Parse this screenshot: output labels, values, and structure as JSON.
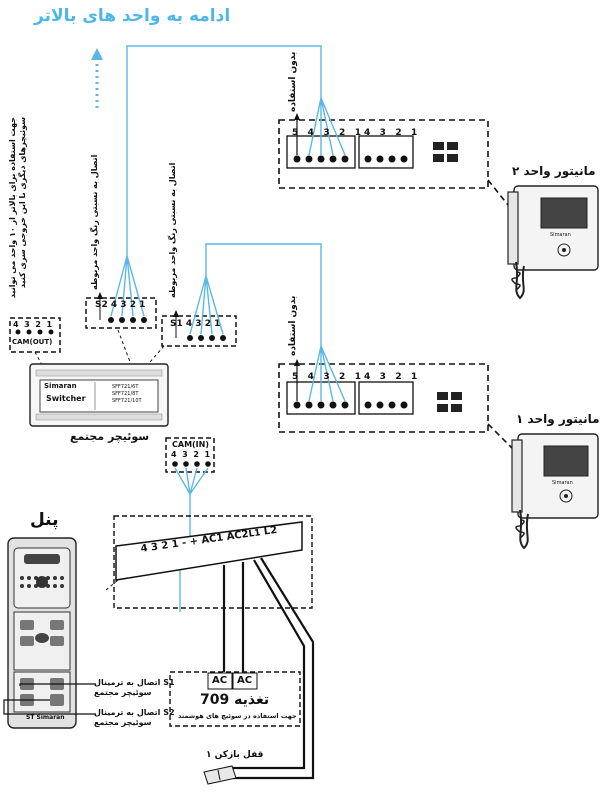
{
  "header": {
    "continue_label": "ادامه به واحد های بالاتر"
  },
  "colors": {
    "wire": "#5bb8e6",
    "line": "#111111",
    "accent": "#4db8e8"
  },
  "units": {
    "top": {
      "name": "مانیتور واحد ۲",
      "unused_label": "بدون استفاده",
      "terminal_a": [
        "5",
        "4",
        "3",
        "2",
        "1"
      ],
      "terminal_b": [
        "4",
        "3",
        "2",
        "1"
      ]
    },
    "bottom": {
      "name": "مانیتور واحد ۱",
      "unused_label": "بدون استفاده",
      "terminal_a": [
        "5",
        "4",
        "3",
        "2",
        "1"
      ],
      "terminal_b": [
        "4",
        "3",
        "2",
        "1"
      ]
    }
  },
  "monitor_brand": "Simaran",
  "switcher": {
    "brand": "Simaran",
    "title": "Switcher",
    "models": [
      "SFF721/6T",
      "SFF721/8T",
      "SFF721/10T"
    ],
    "caption": "سوئیچر مجتمع",
    "s2_label": "S2",
    "s1_label": "S1",
    "s2_pins": [
      "4",
      "3",
      "2",
      "1"
    ],
    "s1_pins": [
      "4",
      "3",
      "2",
      "1"
    ],
    "cam_out_label": "CAM(OUT)",
    "cam_out_pins": [
      "4",
      "3",
      "2",
      "1"
    ],
    "cam_in_label": "CAM(IN)",
    "cam_in_pins": [
      "4",
      "3",
      "2",
      "1"
    ],
    "note_top": "اتصال به نسبتی رنگ واحد مربوطه",
    "note_s1": "اتصال به نسبتی رنگ واحد مربوطه",
    "note_camout": "جهت استفاده برای بالاتر از ۱۰ واحد می توانید سوئیچرهای دیگری با این خروجی سری کنید"
  },
  "panel": {
    "title": "پنل",
    "brand": "Simaran",
    "model_prefix": "ST",
    "terminals": [
      "4",
      "3",
      "2",
      "1",
      "-",
      "+",
      "AC1",
      "AC2",
      "L1",
      "L2"
    ],
    "s1_note_line1": "اتصال به ترمینال S1",
    "s1_note_line2": "سوئیچر مجتمع",
    "s2_note_line1": "اتصال به ترمینال S2",
    "s2_note_line2": "سوئیچر مجتمع"
  },
  "power": {
    "ac_left": "AC",
    "ac_right": "AC",
    "title": "تغذیه 709",
    "note": "جهت استفاده در سوئیچ های هوشمند"
  },
  "lock": {
    "label": "قفل بازکن ۱"
  }
}
